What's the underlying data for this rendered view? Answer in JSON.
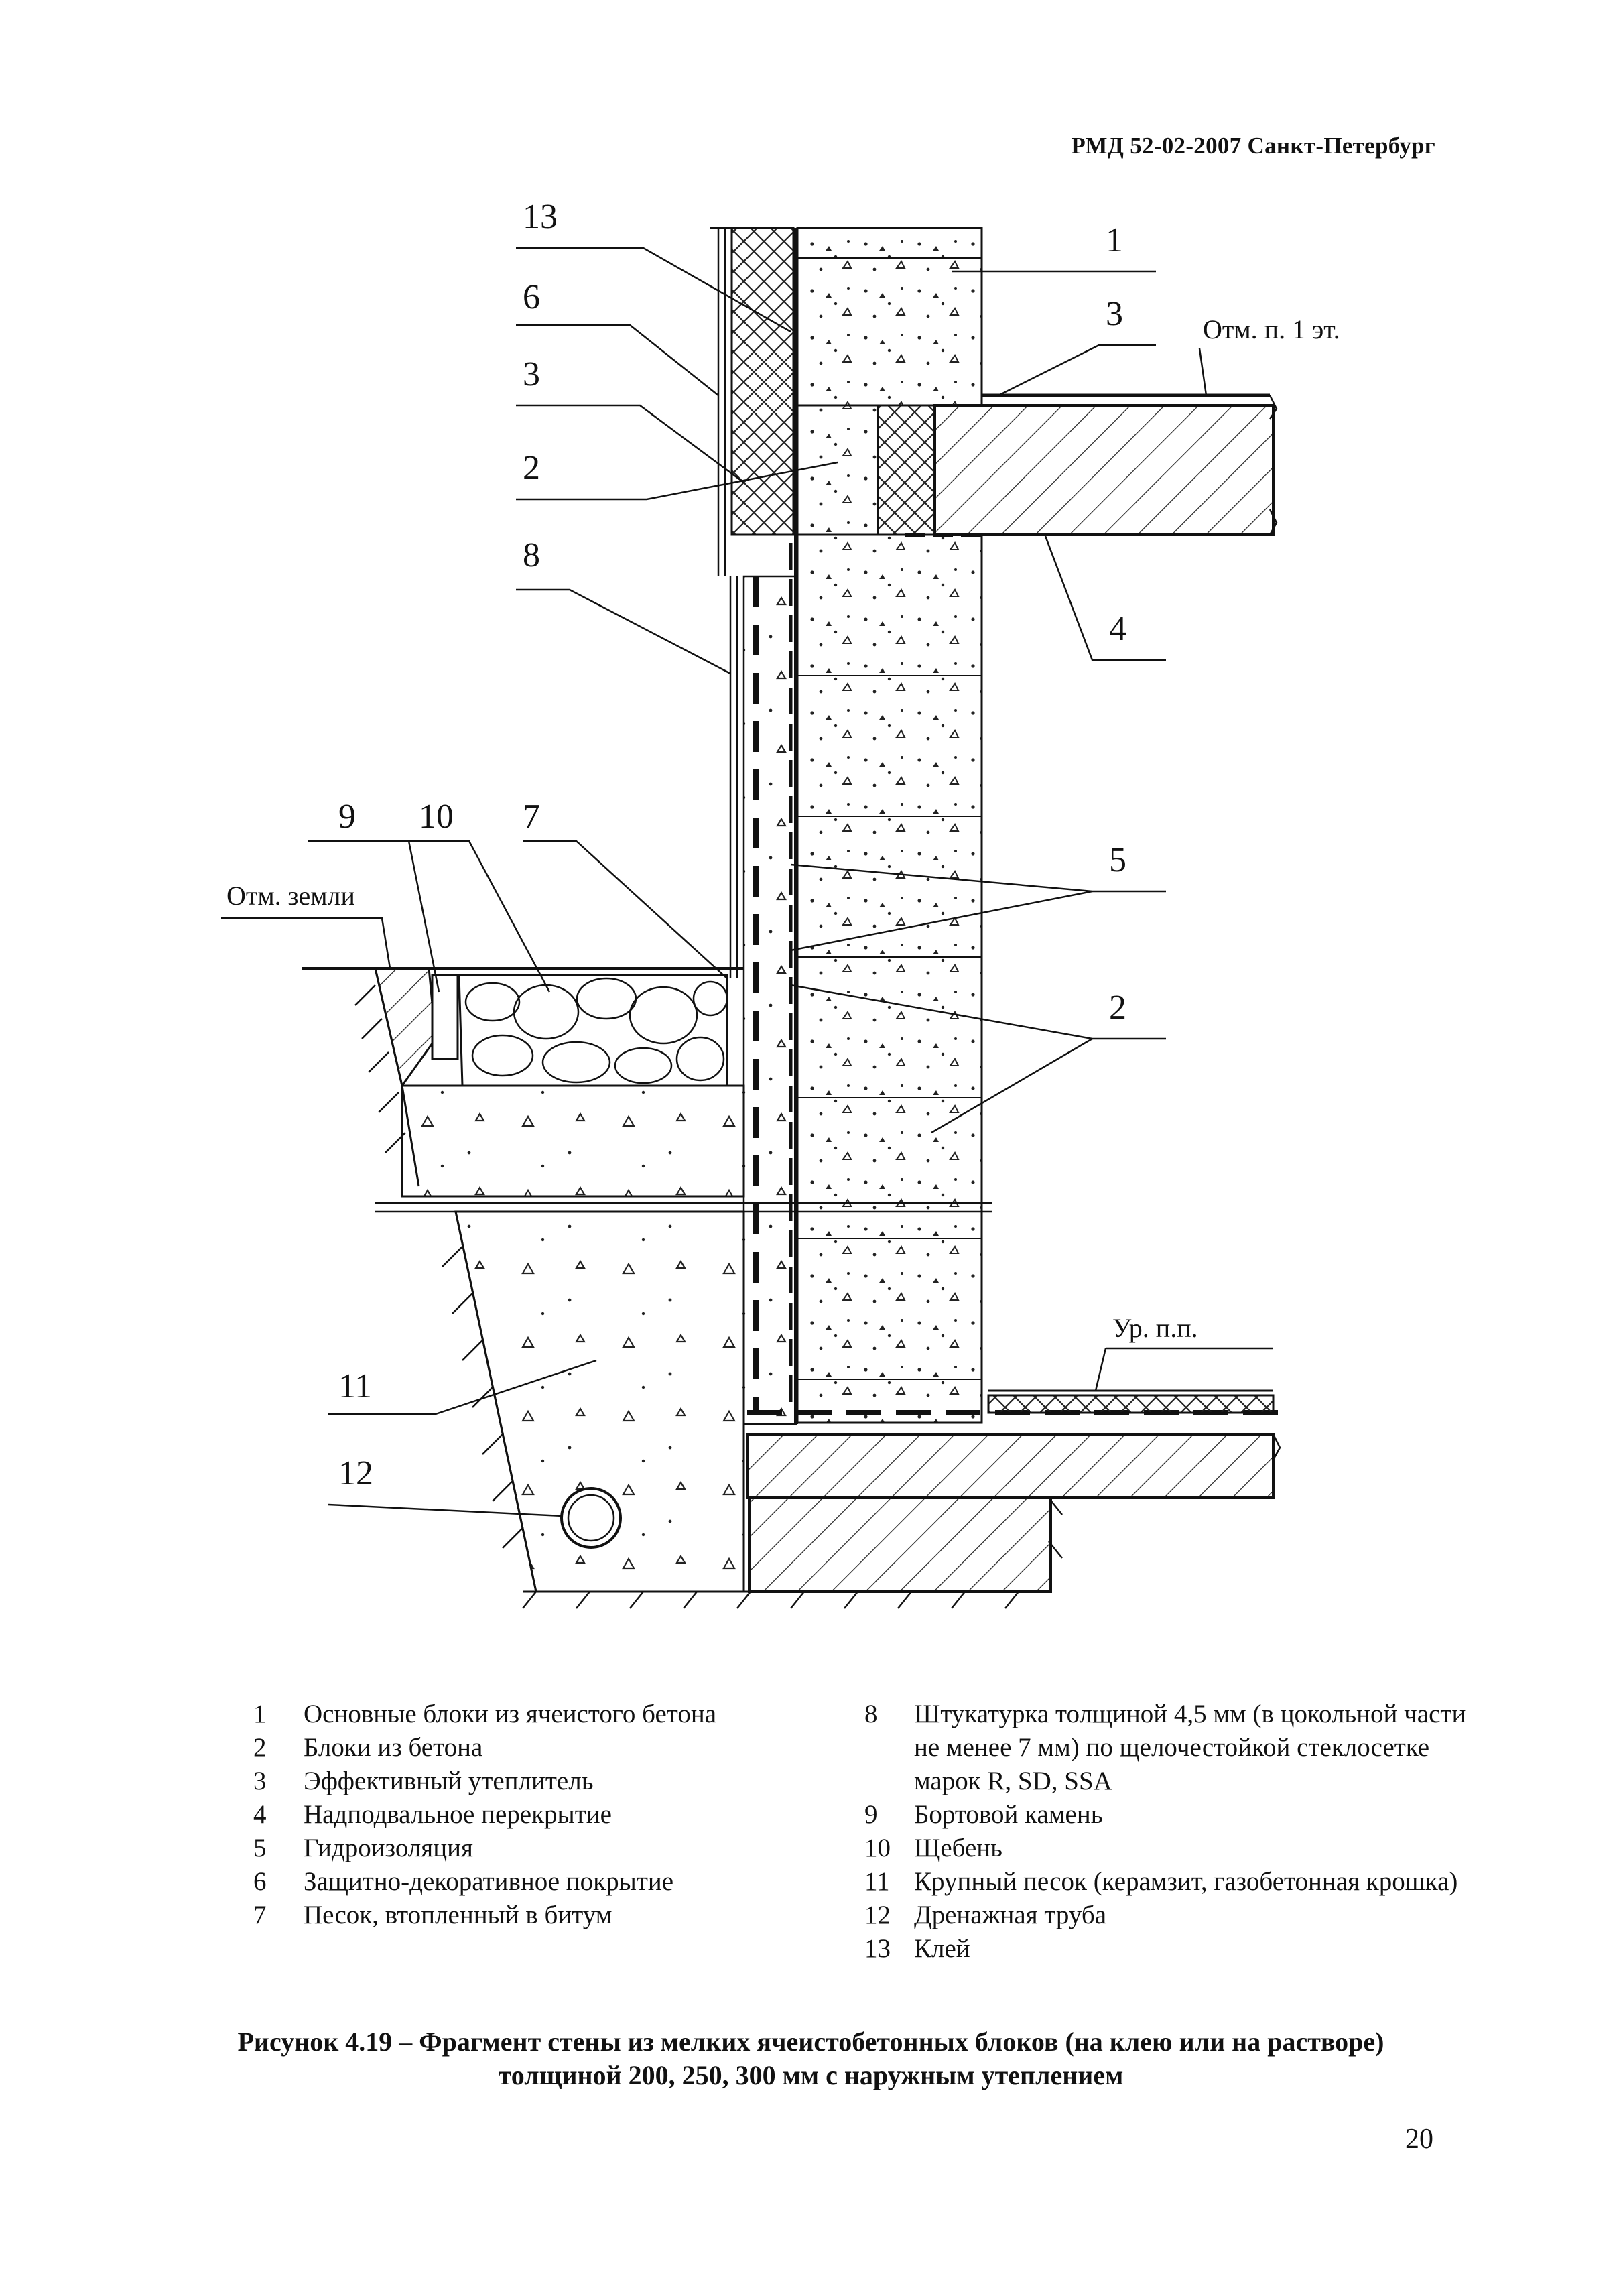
{
  "header": "РМД 52-02-2007 Санкт-Петербург",
  "drawing": {
    "callouts": {
      "c1": "1",
      "c2": "2",
      "c3": "3",
      "c4": "4",
      "c5": "5",
      "c6": "6",
      "c7": "7",
      "c8": "8",
      "c9": "9",
      "c10": "10",
      "c11": "11",
      "c12": "12",
      "c13": "13"
    },
    "levels": {
      "floor1": "Отм. п. 1 эт.",
      "ground": "Отм. земли",
      "basement_floor": "Ур. п.п."
    }
  },
  "legend_left": [
    {
      "num": "1",
      "text": "Основные блоки из ячеистого бетона"
    },
    {
      "num": "2",
      "text": "Блоки из бетона"
    },
    {
      "num": "3",
      "text": "Эффективный утеплитель"
    },
    {
      "num": "4",
      "text": "Надподвальное перекрытие"
    },
    {
      "num": "5",
      "text": "Гидроизоляция"
    },
    {
      "num": "6",
      "text": "Защитно-декоративное покрытие"
    },
    {
      "num": "7",
      "text": "Песок, втопленный в битум"
    }
  ],
  "legend_right": [
    {
      "num": "8",
      "text": "Штукатурка толщиной 4,5 мм (в цокольной части не менее 7 мм) по щелочестойкой стеклосетке марок R, SD, SSA"
    },
    {
      "num": "9",
      "text": "Бортовой камень"
    },
    {
      "num": "10",
      "text": "Щебень"
    },
    {
      "num": "11",
      "text": "Крупный песок (керамзит, газобетонная крошка)"
    },
    {
      "num": "12",
      "text": "Дренажная труба"
    },
    {
      "num": "13",
      "text": "Клей"
    }
  ],
  "caption": "Рисунок 4.19 – Фрагмент стены из мелких ячеистобетонных блоков (на клею или на растворе) толщиной 200, 250, 300 мм с наружным утеплением",
  "page_number": "20"
}
